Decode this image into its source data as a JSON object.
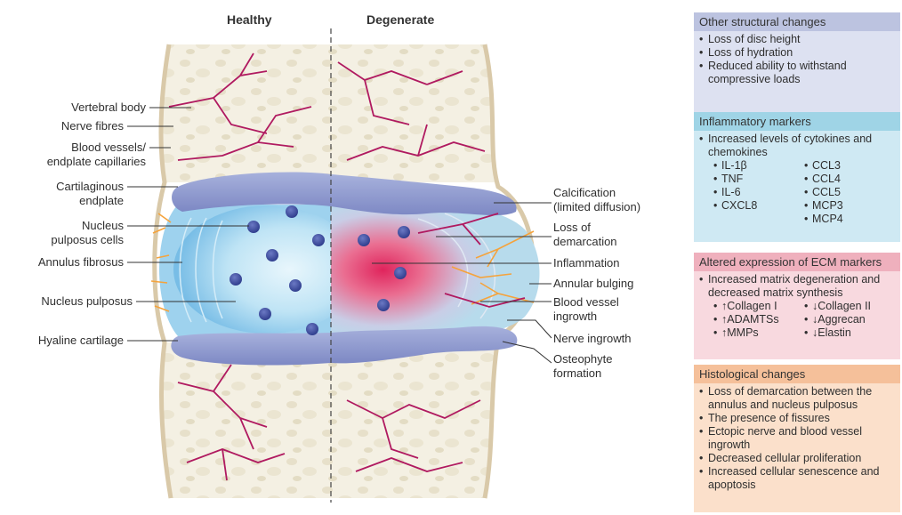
{
  "titles": {
    "healthy": "Healthy",
    "degenerate": "Degenerate"
  },
  "left_labels": [
    "Vertebral body",
    "Nerve fibres",
    "Blood vessels/\nendplate capillaries",
    "Cartilaginous\nendplate",
    "Nucleus\npulposus cells",
    "Annulus fibrosus",
    "Nucleus pulposus",
    "Hyaline cartilage"
  ],
  "right_labels": [
    "Calcification\n(limited diffusion)",
    "Loss of\ndemarcation",
    "Inflammation",
    "Annular bulging",
    "Blood vessel\ningrowth",
    "Nerve ingrowth",
    "Osteophyte\nformation"
  ],
  "panels": {
    "structural": {
      "title": "Other structural changes",
      "items": [
        "Loss of disc height",
        "Loss of hydration",
        "Reduced ability to withstand compressive loads"
      ],
      "header_color": "#bcc3e0",
      "body_color": "#dde1f1"
    },
    "inflammatory": {
      "title": "Inflammatory markers",
      "intro": "Increased levels of cytokines and chemokines",
      "col1": [
        "IL-1β",
        "TNF",
        "IL-6",
        "CXCL8"
      ],
      "col2": [
        "CCL3",
        "CCL4",
        "CCL5",
        "MCP3",
        "MCP4"
      ],
      "header_color": "#9fd4e6",
      "body_color": "#cfe9f3"
    },
    "ecm": {
      "title": "Altered expression of ECM markers",
      "intro": "Increased matrix degeneration and decreased matrix synthesis",
      "col1": [
        "↑Collagen I",
        "↑ADAMTSs",
        "↑MMPs"
      ],
      "col2": [
        "↓Collagen II",
        "↓Aggrecan",
        "↓Elastin"
      ],
      "header_color": "#efb0bd",
      "body_color": "#f8d9df"
    },
    "histological": {
      "title": "Histological changes",
      "items": [
        "Loss of demarcation between the annulus and nucleus pulposus",
        "The presence of fissures",
        "Ectopic nerve and blood vessel ingrowth",
        "Decreased cellular proliferation",
        "Increased cellular senescence and apoptosis"
      ],
      "header_color": "#f5c09a",
      "body_color": "#fbe0cb"
    }
  }
}
